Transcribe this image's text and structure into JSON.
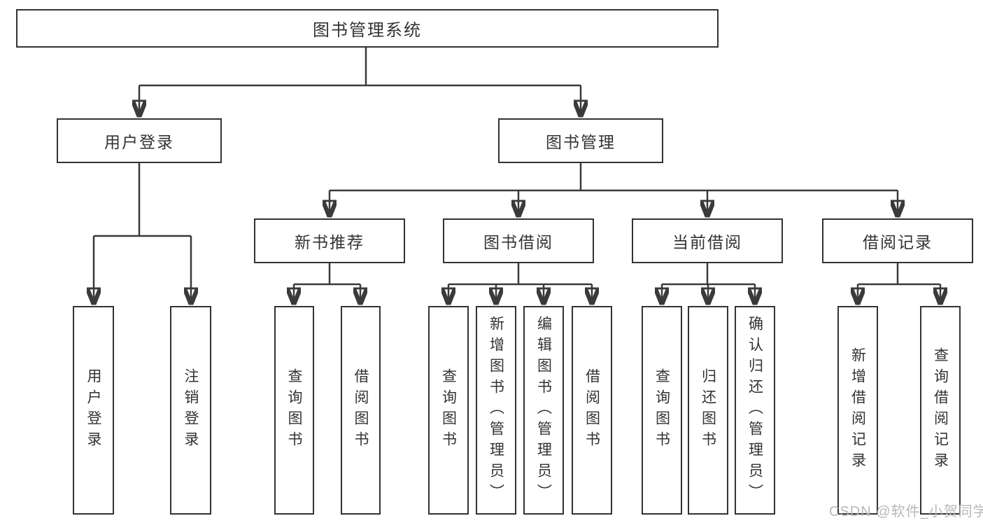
{
  "diagram": {
    "root": "图书管理系统",
    "level2": [
      "用户登录",
      "图书管理"
    ],
    "level3": [
      "新书推荐",
      "图书借阅",
      "当前借阅",
      "借阅记录"
    ],
    "leaves": {
      "user_login": [
        "用户登录",
        "注销登录"
      ],
      "new_books": [
        "查询图书",
        "借阅图书"
      ],
      "book_borrowing": [
        "查询图书",
        "新增图书（管理员）",
        "编辑图书（管理员）",
        "借阅图书"
      ],
      "current_borrowing": [
        "查询图书",
        "归还图书",
        "确认归还（管理员）"
      ],
      "borrowing_records": [
        "新增借阅记录",
        "查询借阅记录"
      ]
    },
    "watermark": "CSDN @软件_小贺同学",
    "colors": {
      "line": "#3a3a3a",
      "box_border": "#333333",
      "text": "#333333",
      "background": "#ffffff",
      "watermark": "#b8b8b8"
    }
  }
}
